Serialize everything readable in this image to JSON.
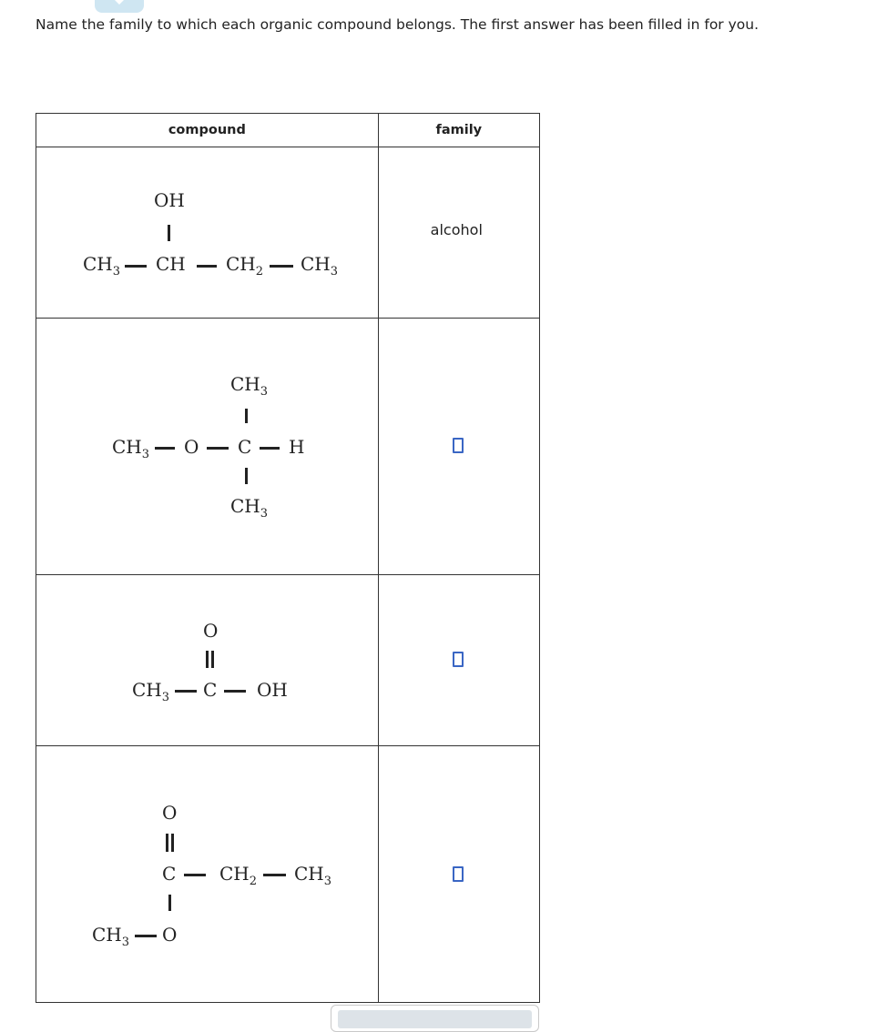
{
  "prompt": "Name the family to which each organic compound belongs. The first answer has been filled in for you.",
  "table": {
    "headers": {
      "compound": "compound",
      "family": "family"
    },
    "rows": [
      {
        "atoms": {
          "oh": "OH",
          "ch3_left": "CH",
          "ch": "CH",
          "ch2": "CH",
          "ch3_right": "CH"
        },
        "subs": {
          "ch3_left": "3",
          "ch2": "2",
          "ch3_right": "3"
        },
        "family": "alcohol"
      },
      {
        "atoms": {
          "ch3_top": "CH",
          "ch3_left": "CH",
          "o": "O",
          "c": "C",
          "h": "H",
          "ch3_bottom": "CH"
        },
        "subs": {
          "ch3_top": "3",
          "ch3_left": "3",
          "ch3_bottom": "3"
        },
        "family": ""
      },
      {
        "atoms": {
          "o": "O",
          "ch3": "CH",
          "c": "C",
          "oh": "OH"
        },
        "subs": {
          "ch3": "3"
        },
        "family": ""
      },
      {
        "atoms": {
          "o_top": "O",
          "c": "C",
          "ch2": "CH",
          "ch3": "CH",
          "ch3_left": "CH",
          "o": "O"
        },
        "subs": {
          "ch2": "2",
          "ch3": "3",
          "ch3_left": "3"
        },
        "family": ""
      }
    ]
  },
  "colors": {
    "answer_box_border": "#3a66c4",
    "table_border": "#333333"
  }
}
